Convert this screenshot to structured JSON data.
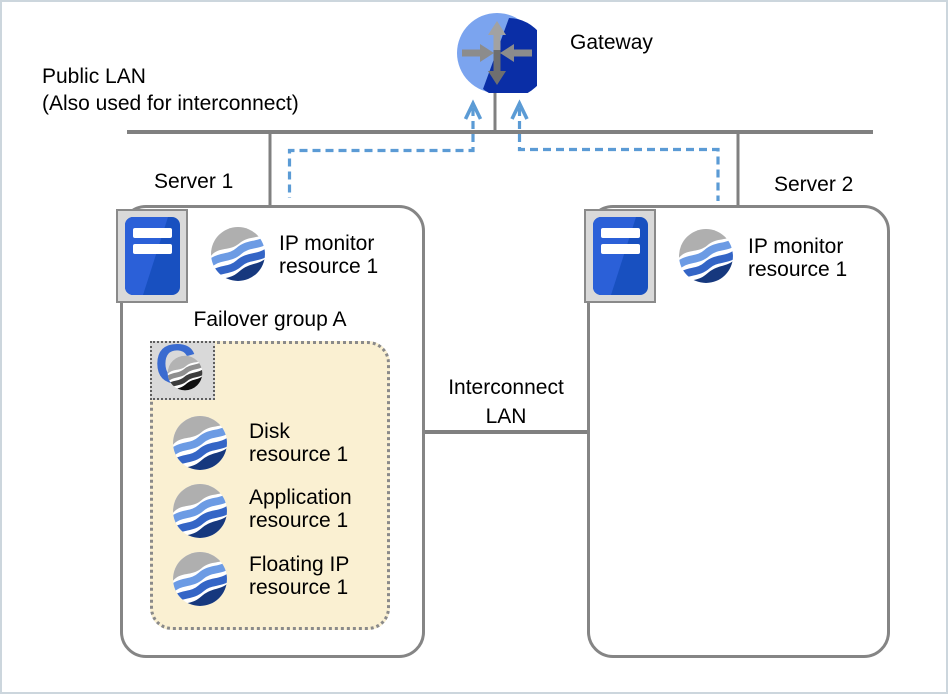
{
  "public_lan": {
    "line1": "Public LAN",
    "line2": "(Also used for interconnect)"
  },
  "gateway": {
    "label": "Gateway"
  },
  "server1": {
    "label": "Server 1",
    "ip_monitor": {
      "line1": "IP monitor",
      "line2": "resource 1"
    }
  },
  "server2": {
    "label": "Server 2",
    "ip_monitor": {
      "line1": "IP monitor",
      "line2": "resource 1"
    }
  },
  "failover_group": {
    "label": "Failover group A",
    "icon_letter": "G",
    "resources": [
      {
        "line1": "Disk",
        "line2": "resource 1"
      },
      {
        "line1": "Application",
        "line2": "resource 1"
      },
      {
        "line1": "Floating IP",
        "line2": "resource 1"
      }
    ]
  },
  "interconnect": {
    "line1": "Interconnect",
    "line2": "LAN"
  },
  "icons": {
    "gateway": "router-icon",
    "server": "server-tower-icon",
    "resource": "wave-sphere-icon",
    "failover_group": "cluster-group-g-icon"
  },
  "colors": {
    "line_gray": "#808080",
    "dashed_arrow_blue": "#5b9bd5",
    "group_fill": "#faf0d2",
    "server_icon_blue": "#1850c0",
    "gateway_light_blue": "#7ba4ef",
    "gateway_dark_blue": "#0a2ea6",
    "sphere_gray": "#afafaf",
    "sphere_light_blue": "#6c9be4",
    "sphere_mid_blue": "#3465c6",
    "sphere_navy": "#16387e",
    "g_letter_blue": "#3a6bd0"
  }
}
